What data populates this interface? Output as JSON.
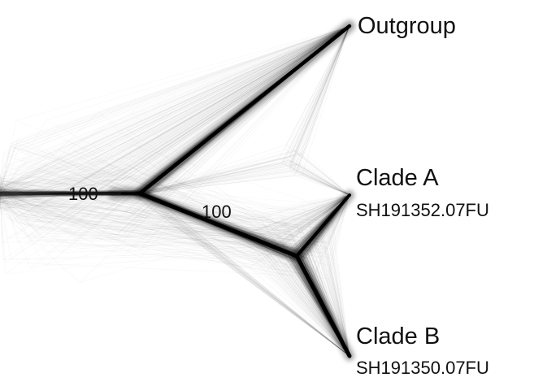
{
  "figure": {
    "type": "densitree-cladogram",
    "colors": {
      "background": "#ffffff",
      "consensus": "#000000",
      "cloud": "#000000",
      "text": "#111111"
    }
  },
  "taxa": {
    "outgroup": {
      "label": "Outgroup"
    },
    "clade_a": {
      "label": "Clade A",
      "accession": "SH191352.07FU"
    },
    "clade_b": {
      "label": "Clade B",
      "accession": "SH191350.07FU"
    }
  },
  "support": {
    "root_node": "100",
    "ab_node": "100"
  }
}
